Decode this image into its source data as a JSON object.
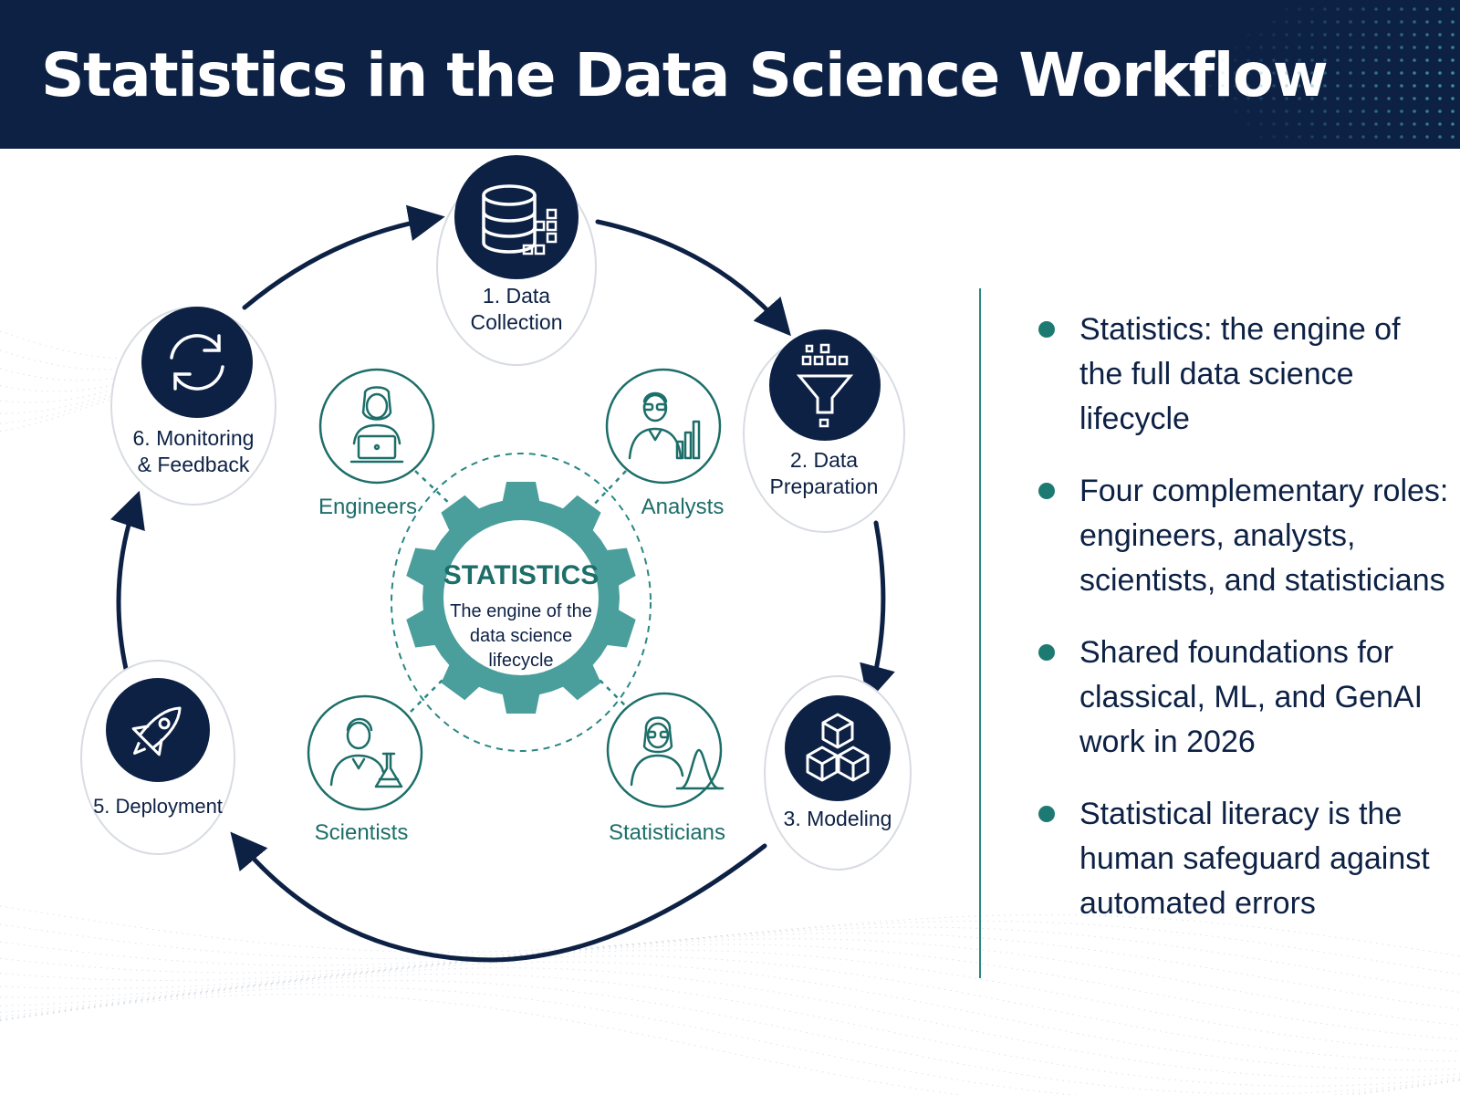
{
  "slide": {
    "title": "Statistics in the Data Science Workflow"
  },
  "colors": {
    "navy": "#0d2145",
    "teal": "#2a8784",
    "gear": "#4a9e9c",
    "bullet": "#1d7a72"
  },
  "center": {
    "title": "STATISTICS",
    "desc_line1": "The engine of the",
    "desc_line2": "data science",
    "desc_line3": "lifecycle"
  },
  "stages": [
    {
      "line1": "1. Data",
      "line2": "Collection",
      "icon": "database-icon"
    },
    {
      "line1": "2. Data",
      "line2": "Preparation",
      "icon": "funnel-icon"
    },
    {
      "line1": "3. Modeling",
      "line2": "",
      "icon": "cubes-icon"
    },
    {
      "line1": "5. Deployment",
      "line2": "",
      "icon": "rocket-icon"
    },
    {
      "line1": "6. Monitoring",
      "line2": "& Feedback",
      "icon": "refresh-icon"
    }
  ],
  "roles": [
    {
      "label": "Engineers",
      "icon": "engineer-laptop-icon"
    },
    {
      "label": "Analysts",
      "icon": "analyst-chart-icon"
    },
    {
      "label": "Scientists",
      "icon": "scientist-flask-icon"
    },
    {
      "label": "Statisticians",
      "icon": "statistician-curve-icon"
    }
  ],
  "bullets": [
    "Statistics: the engine of the full data science lifecycle",
    "Four complementary roles: engineers, analysts, scientists, and statisticians",
    "Shared foundations for classical, ML, and GenAI work in 2026",
    "Statistical literacy is the human safeguard against automated errors"
  ]
}
